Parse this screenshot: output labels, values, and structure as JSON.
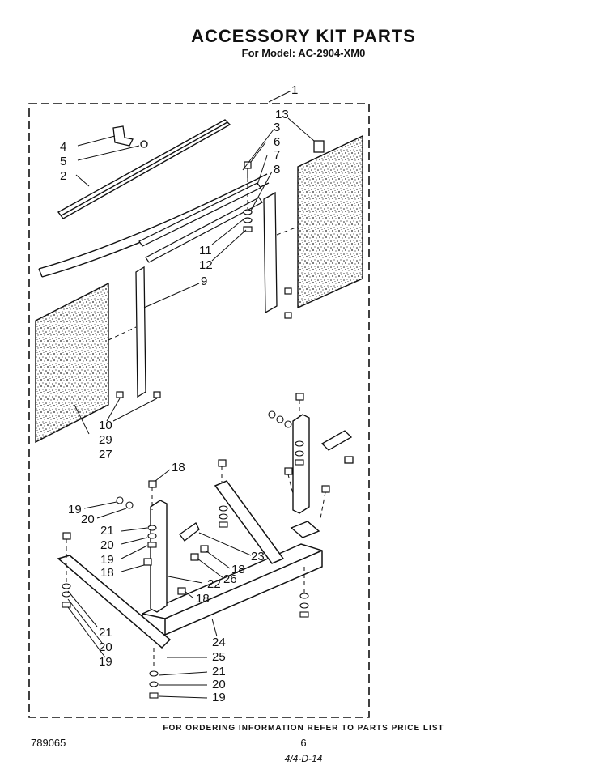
{
  "header": {
    "title": "ACCESSORY KIT PARTS",
    "subtitle": "For Model: AC-2904-XM0"
  },
  "footer": {
    "order_info": "FOR ORDERING INFORMATION REFER TO PARTS PRICE LIST",
    "document_number": "789065",
    "page_number": "6",
    "handwritten_code": "4/4-D-14"
  },
  "callouts": {
    "c1": "1",
    "c13": "13",
    "c3": "3",
    "c6": "6",
    "c7": "7",
    "c8": "8",
    "c4": "4",
    "c5": "5",
    "c2": "2",
    "c11": "11",
    "c12": "12",
    "c9": "9",
    "c10": "10",
    "c29": "29",
    "c27": "27",
    "c18a": "18",
    "c19a": "19",
    "c20a": "20",
    "c21a": "21",
    "c20b": "20",
    "c19b": "19",
    "c18b": "18",
    "c23": "23",
    "c18c": "18",
    "c26": "26",
    "c22": "22",
    "c18d": "18",
    "c21b": "21",
    "c20c": "20",
    "c19c": "19",
    "c24": "24",
    "c25": "25",
    "c21c": "21",
    "c20d": "20",
    "c19d": "19"
  }
}
